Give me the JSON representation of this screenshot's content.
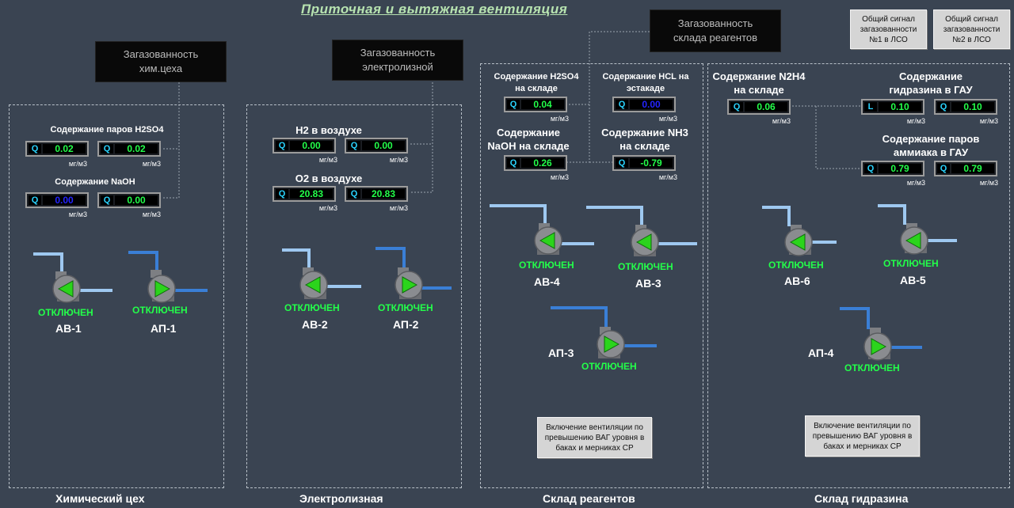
{
  "title": "Приточная и вытяжная вентиляция",
  "colors": {
    "background": "#3a4452",
    "status_green": "#23ff4a",
    "q_cyan": "#2ad4ff",
    "pipe_light": "#9ec8f0",
    "pipe_dark": "#3a7fd6"
  },
  "top_buttons": {
    "gas_chem": "Загазованность хим.цеха",
    "gas_electro": "Загазованность электролизной",
    "gas_store": "Загазованность склада реагентов",
    "signal1": "Общий сигнал загазованности №1 в ЛСО",
    "signal2": "Общий сигнал загазованности №2 в ЛСО"
  },
  "sections": {
    "chem": "Химический цех",
    "electro": "Электролизная",
    "store": "Склад реагентов",
    "hydrazine": "Склад гидразина"
  },
  "unit": "мг/м3",
  "chem": {
    "label_h2so4": "Содержание паров H2SO4",
    "label_naoh": "Содержание NaOH",
    "m1": {
      "prefix": "Q",
      "value": "0.02"
    },
    "m2": {
      "prefix": "Q",
      "value": "0.02"
    },
    "m3": {
      "prefix": "Q",
      "value": "0.00"
    },
    "m4": {
      "prefix": "Q",
      "value": "0.00"
    }
  },
  "electro": {
    "label_h2": "H2 в воздухе",
    "label_o2": "O2 в воздухе",
    "m1": {
      "prefix": "Q",
      "value": "0.00"
    },
    "m2": {
      "prefix": "Q",
      "value": "0.00"
    },
    "m3": {
      "prefix": "Q",
      "value": "20.83"
    },
    "m4": {
      "prefix": "Q",
      "value": "20.83"
    }
  },
  "store": {
    "label_h2so4": "Содержание H2SO4 на складе",
    "label_hcl": "Содержание HCL на эстакаде",
    "label_naoh": "Содержание NaOH на складе",
    "label_nh3": "Содержание NH3 на складе",
    "m1": {
      "prefix": "Q",
      "value": "0.04"
    },
    "m2": {
      "prefix": "Q",
      "value": "0.00"
    },
    "m3": {
      "prefix": "Q",
      "value": "0.26"
    },
    "m4": {
      "prefix": "Q",
      "value": "-0.79"
    },
    "button": "Включение вентиляции по превышению ВАГ уровня в баках и мерниках СР"
  },
  "hydrazine": {
    "label_n2h4": "Содержание N2H4 на складе",
    "label_gau": "Содержание гидразина в ГАУ",
    "label_nh3": "Содержание паров аммиака в ГАУ",
    "m1": {
      "prefix": "Q",
      "value": "0.06"
    },
    "m2": {
      "prefix": "L",
      "value": "0.10"
    },
    "m3": {
      "prefix": "Q",
      "value": "0.10"
    },
    "m4": {
      "prefix": "Q",
      "value": "0.79"
    },
    "m5": {
      "prefix": "Q",
      "value": "0.79"
    },
    "button": "Включение вентиляции по превышению ВАГ уровня в баках и мерниках СР"
  },
  "pumps": {
    "status": "ОТКЛЮЧЕН",
    "av1": "АВ-1",
    "ap1": "АП-1",
    "av2": "АВ-2",
    "ap2": "АП-2",
    "av4": "АВ-4",
    "av3": "АВ-3",
    "ap3": "АП-3",
    "av6": "АВ-6",
    "av5": "АВ-5",
    "ap4": "АП-4"
  }
}
